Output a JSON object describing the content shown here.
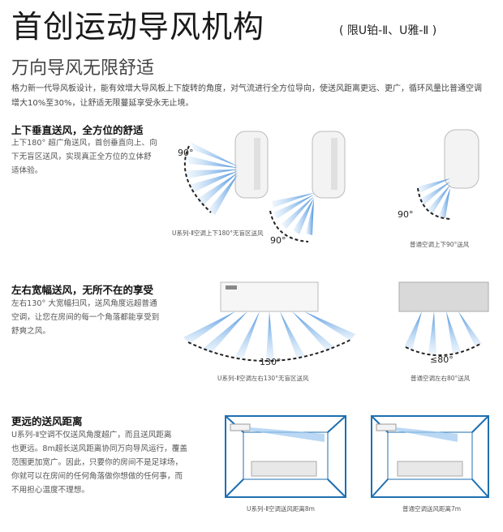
{
  "header": {
    "title": "首创运动导风机构",
    "title_note": "( 限U铂-Ⅱ、U雅-Ⅱ )",
    "subtitle": "万向导风无限舒适",
    "intro": [
      "格力新一代导风板设计，能有效增大导风板上下旋转的角度，对气流进行全方位导向，使送风距离更远、更广，循环风量比普通空调",
      "增大10%至30%，让舒适无限蔓延享受永无止境。"
    ]
  },
  "sections": [
    {
      "heading": "上下垂直送风，全方位的舒适",
      "text": [
        "上下180° 超广角送风，首创垂直向上、向",
        "下无盲区送风，实现真正全方位的立体舒",
        "适体验。"
      ],
      "angles": [
        "90°",
        "90°",
        "90°"
      ],
      "captions": [
        "U系列-Ⅱ空调上下180°无盲区送风",
        "普通空调上下90°送风"
      ]
    },
    {
      "heading": "左右宽幅送风，无所不在的享受",
      "text": [
        "左右130° 大宽幅扫风，送风角度远超普通",
        "空调，让您在房间的每一个角落都能享受到",
        "舒爽之风。"
      ],
      "angles": [
        "130°",
        "≤80°"
      ],
      "captions": [
        "U系列-Ⅱ空调左右130°无盲区送风",
        "普通空调左右80°送风"
      ]
    },
    {
      "heading": "更远的送风距离",
      "text": [
        "U系列-Ⅱ空调不仅送风角度超广，而且送风距离",
        "也更远。8m超长送风距离协同万向导风运行，覆盖",
        "范围更加宽广。因此，只要你的房间不是足球场，",
        "你就可以在房间的任何角落做你想做的任何事，而",
        "不用担心温度不理想。"
      ],
      "captions": [
        "U系列-Ⅱ空调送风距离8m",
        "普通空调送风距离7m"
      ]
    }
  ],
  "colors": {
    "airflow": "#2e7fd8",
    "airflow_light": "#9cc8f0",
    "room_line": "#1f6fb0",
    "unit_body": "#f2f2f2"
  }
}
